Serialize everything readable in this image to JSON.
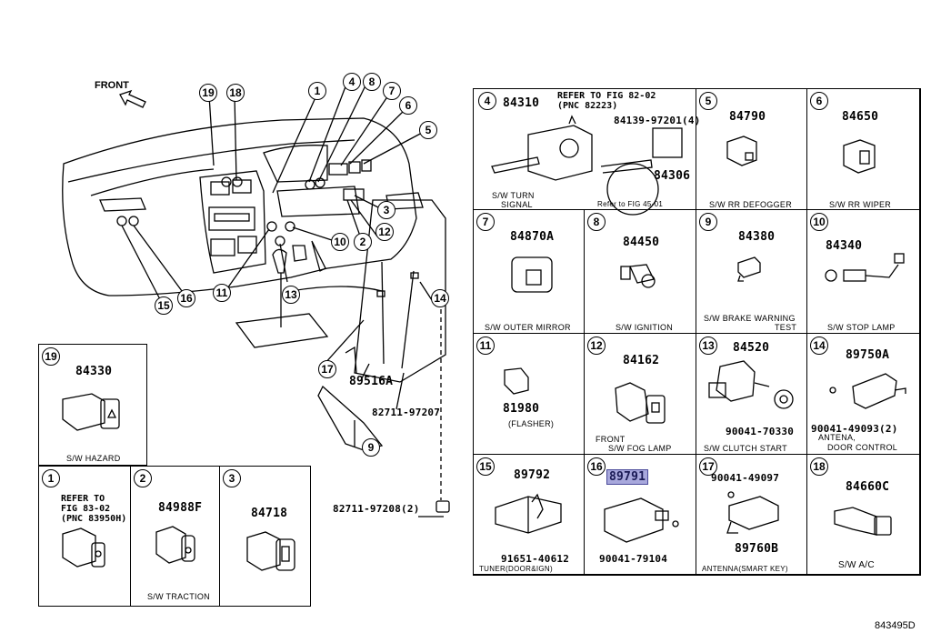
{
  "diagram": {
    "front_label": "FRONT",
    "diagram_code": "843495D",
    "callouts_main": [
      "19",
      "18",
      "1",
      "4",
      "8",
      "7",
      "6",
      "5",
      "3",
      "12",
      "2",
      "10",
      "11",
      "13",
      "15",
      "16",
      "14",
      "17",
      "9"
    ],
    "main_parts": {
      "seat_harness": "89516A",
      "clip_upper": "82711-97207",
      "clip_lower": "82711-97208(2)"
    },
    "cells": [
      {
        "key": "4",
        "num": "4",
        "part": "84310",
        "refer": "REFER TO FIG 82-02\n(PNC 82223)",
        "sub_part": "84139-97201(4)",
        "sub_part2": "84306",
        "note": "Refer to FIG 45-01",
        "caption_line1": "S/W TURN",
        "caption_line2": "SIGNAL"
      },
      {
        "key": "5",
        "num": "5",
        "part": "84790",
        "caption": "S/W RR DEFOGGER"
      },
      {
        "key": "6",
        "num": "6",
        "part": "84650",
        "caption": "S/W RR WIPER"
      },
      {
        "key": "7",
        "num": "7",
        "part": "84870A",
        "caption": "S/W OUTER MIRROR"
      },
      {
        "key": "8",
        "num": "8",
        "part": "84450",
        "caption": "S/W IGNITION"
      },
      {
        "key": "9",
        "num": "9",
        "part": "84380",
        "caption_line1": "S/W BRAKE WARNING",
        "caption_line2": "TEST"
      },
      {
        "key": "10",
        "num": "10",
        "part": "84340",
        "caption": "S/W STOP LAMP"
      },
      {
        "key": "11",
        "num": "11",
        "part": "81980",
        "caption": "(FLASHER)"
      },
      {
        "key": "12",
        "num": "12",
        "part": "84162",
        "caption_line1": "FRONT",
        "caption_line2": "S/W FOG LAMP"
      },
      {
        "key": "13",
        "num": "13",
        "part": "84520",
        "sub_part": "90041-70330",
        "caption": "S/W CLUTCH START"
      },
      {
        "key": "14",
        "num": "14",
        "part": "89750A",
        "sub_part": "90041-49093(2)",
        "caption_line1": "ANTENA,",
        "caption_line2": "DOOR CONTROL"
      },
      {
        "key": "15",
        "num": "15",
        "part": "89792",
        "sub_part": "91651-40612",
        "caption": "TUNER(DOOR&IGN)"
      },
      {
        "key": "16",
        "num": "16",
        "part": "89791",
        "highlighted": true,
        "sub_part": "90041-79104"
      },
      {
        "key": "17",
        "num": "17",
        "part": "89760B",
        "sub_part": "90041-49097",
        "caption": "ANTENNA(SMART KEY)"
      },
      {
        "key": "18",
        "num": "18",
        "part": "84660C",
        "caption": "S/W A/C"
      },
      {
        "key": "19",
        "num": "19",
        "part": "84330",
        "caption": "S/W HAZARD"
      },
      {
        "key": "1",
        "num": "1",
        "refer": "REFER TO\nFIG 83-02\n(PNC 83950H)"
      },
      {
        "key": "2",
        "num": "2",
        "part": "84988F",
        "caption": "S/W TRACTION"
      },
      {
        "key": "3",
        "num": "3",
        "part": "84718"
      }
    ],
    "highlight_color": "#a8a8dc"
  }
}
